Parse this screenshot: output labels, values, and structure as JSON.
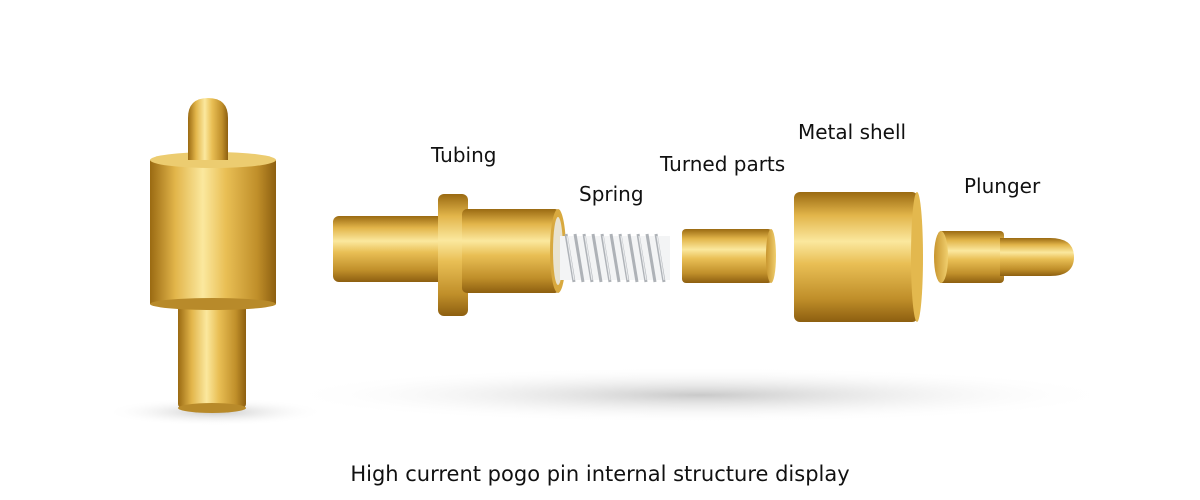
{
  "labels": {
    "tubing": "Tubing",
    "spring": "Spring",
    "turned_parts": "Turned parts",
    "metal_shell": "Metal shell",
    "plunger": "Plunger"
  },
  "caption": "High current pogo pin internal structure display",
  "colors": {
    "gold_dark": "#a9791f",
    "gold_mid": "#e0b347",
    "gold_light": "#fbe79a",
    "spring_silver": "#c9ccd0",
    "text": "#111111"
  }
}
